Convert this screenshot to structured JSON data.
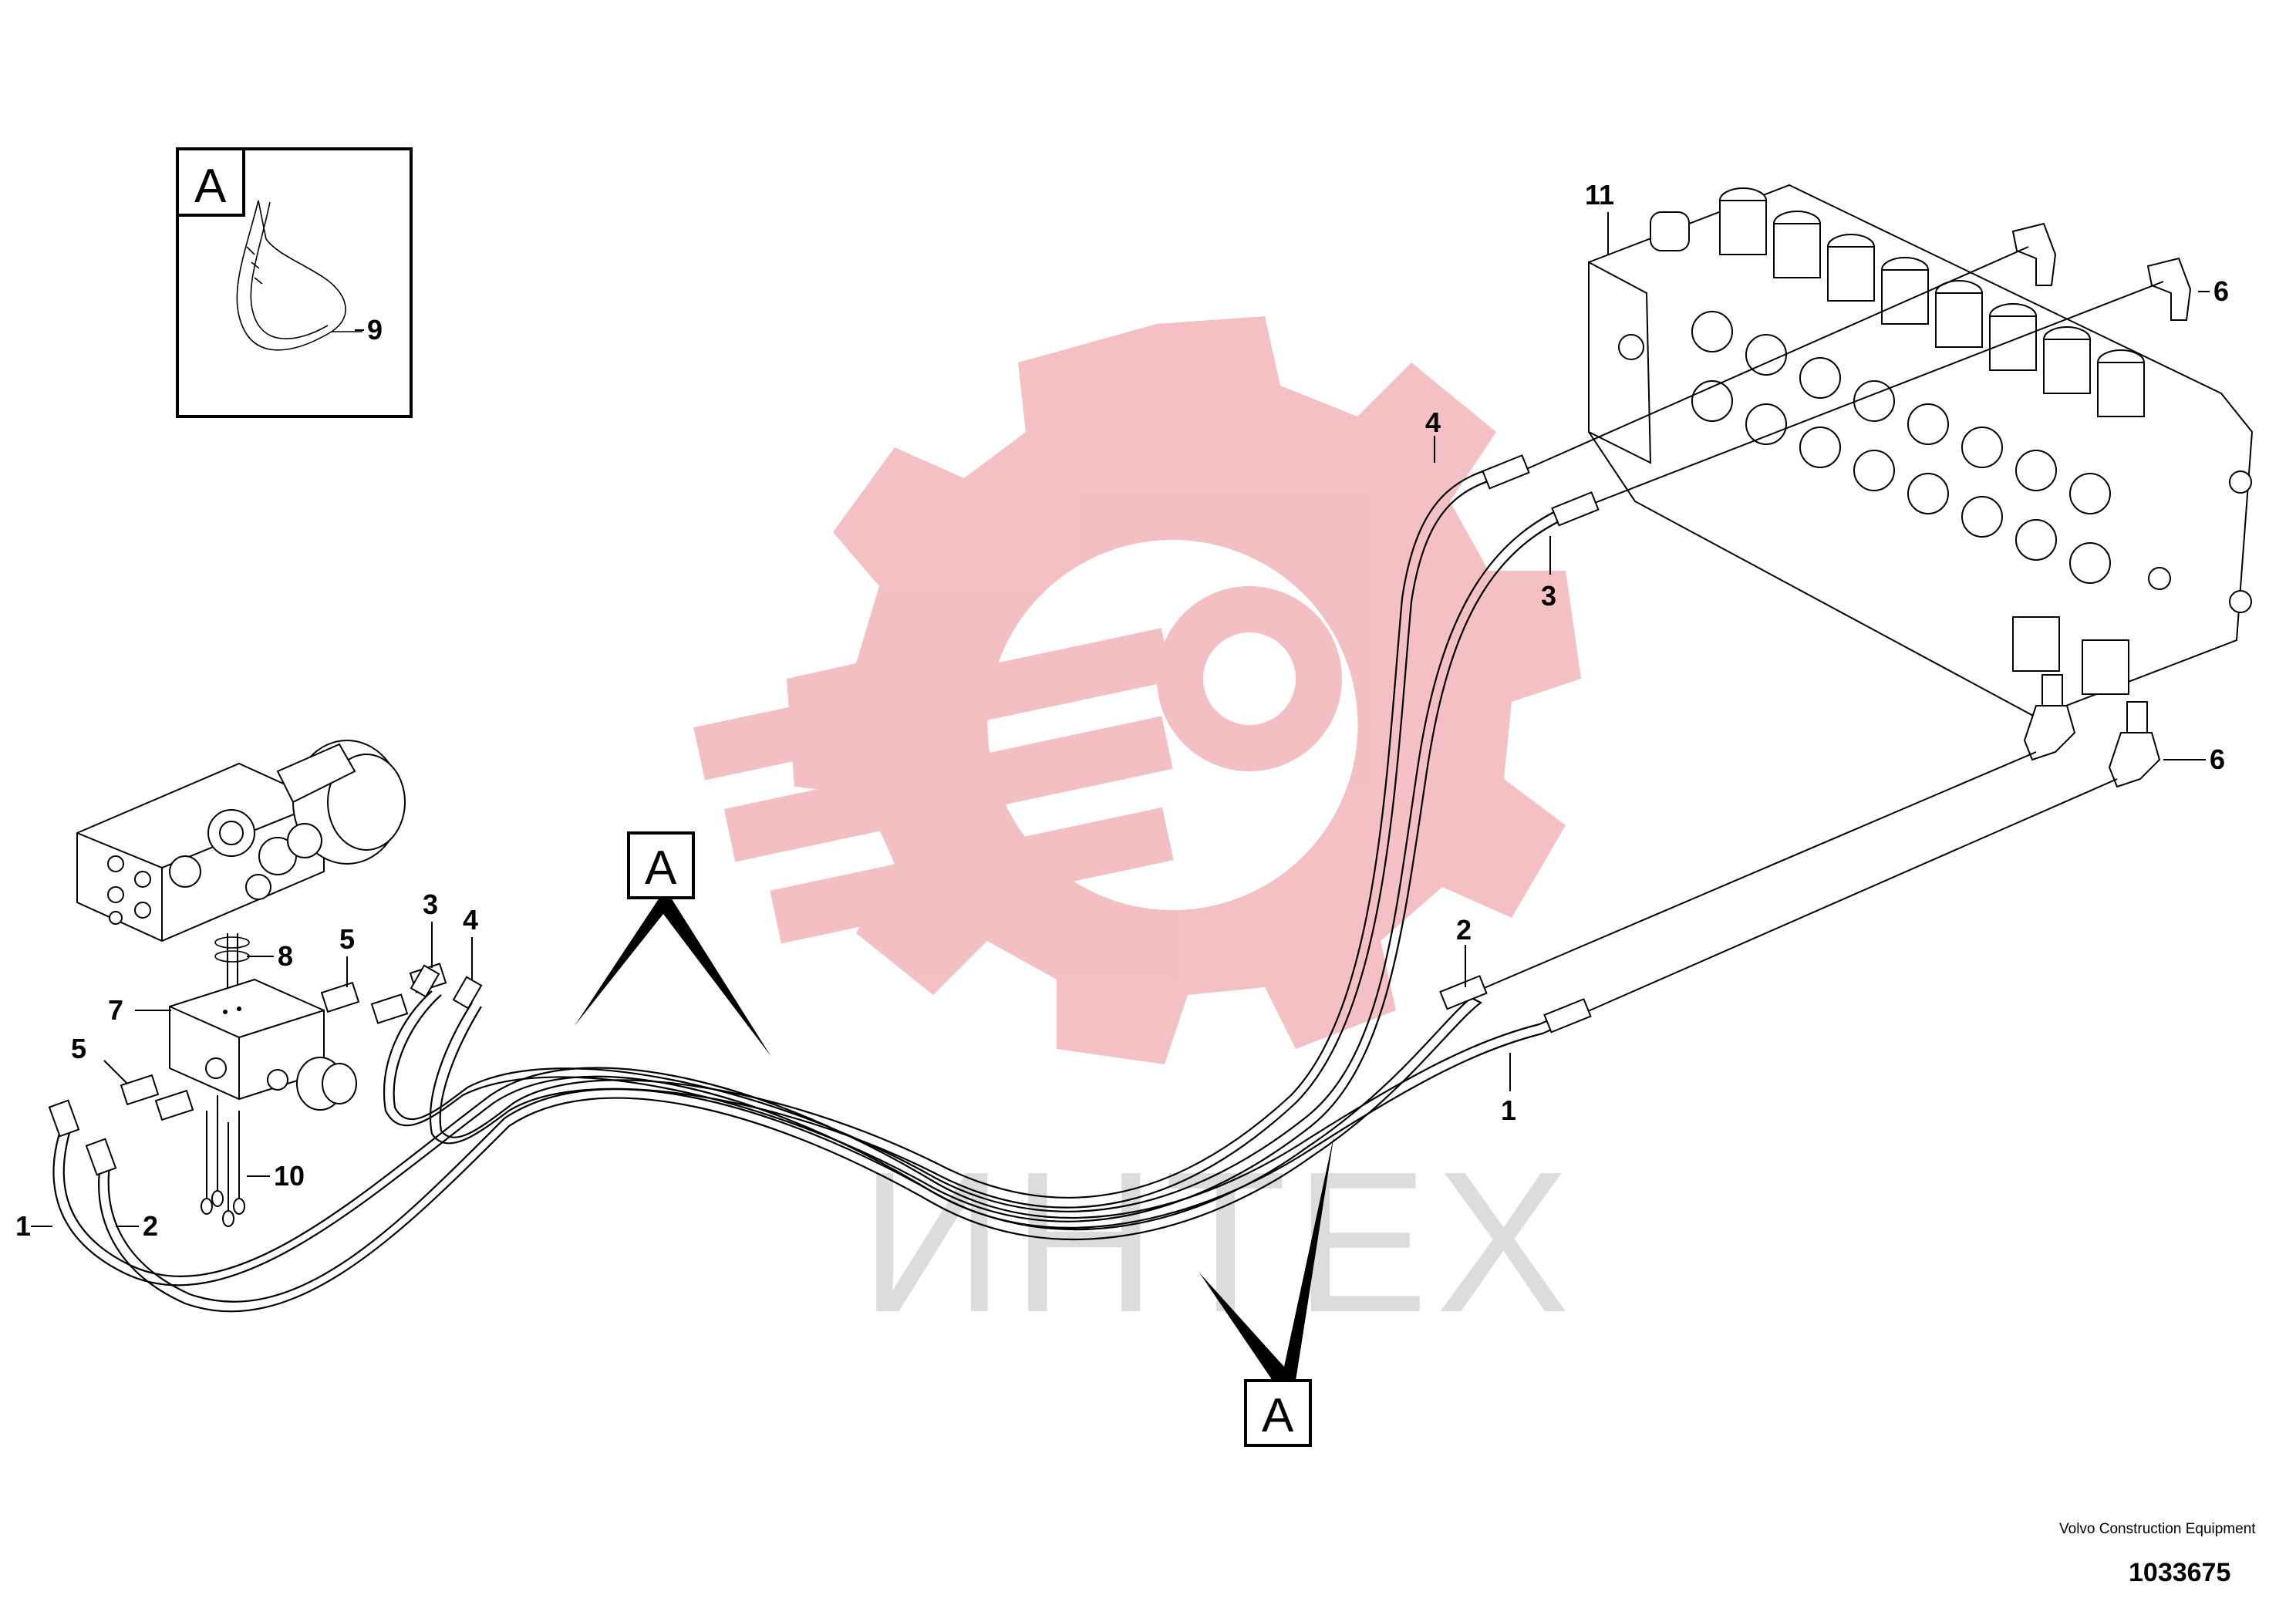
{
  "drawing": {
    "company": "Volvo Construction Equipment",
    "number": "1033675"
  },
  "watermark": {
    "text": "ИНТЕХ",
    "color": "#f3b9bd"
  },
  "detail": {
    "label": "A",
    "tie_callout": "9"
  },
  "section_markers": {
    "upper": "A",
    "lower": "A"
  },
  "callouts": {
    "c1_left": "1",
    "c2_left": "2",
    "c3_top": "3",
    "c4_top": "4",
    "c5_upper": "5",
    "c5_lower": "5",
    "c7": "7",
    "c8": "8",
    "c10": "10",
    "c4_right": "4",
    "c3_right": "3",
    "c2_right": "2",
    "c1_right": "1",
    "c6_top": "6",
    "c6_bottom": "6",
    "c11": "11"
  }
}
